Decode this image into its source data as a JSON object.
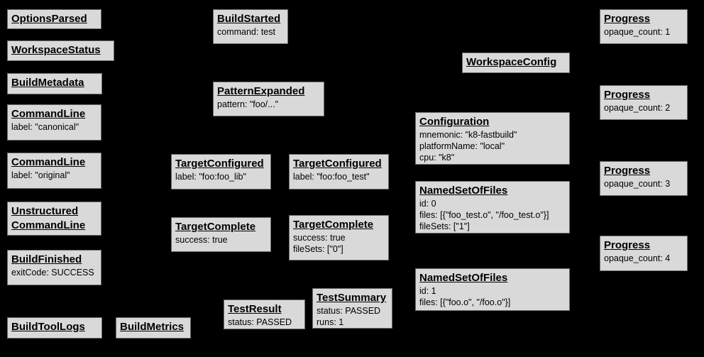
{
  "diagram": {
    "description": "Build event protocol graph of gray event nodes on a black background",
    "colors": {
      "background": "#000000",
      "node_fill": "#d9d9d9",
      "node_border": "#6b6b6b",
      "node_text": "#000000"
    },
    "nodes": {
      "options_parsed": {
        "title": "OptionsParsed"
      },
      "workspace_status": {
        "title": "WorkspaceStatus"
      },
      "build_metadata": {
        "title": "BuildMetadata"
      },
      "command_line_canonical": {
        "title": "CommandLine",
        "lines": [
          "label: \"canonical\""
        ]
      },
      "command_line_original": {
        "title": "CommandLine",
        "lines": [
          "label: \"original\""
        ]
      },
      "unstructured_command_line": {
        "title": "Unstructured",
        "title2": "CommandLine"
      },
      "build_finished": {
        "title": "BuildFinished",
        "lines": [
          "exitCode: SUCCESS"
        ]
      },
      "build_tool_logs": {
        "title": "BuildToolLogs"
      },
      "build_metrics": {
        "title": "BuildMetrics"
      },
      "build_started": {
        "title": "BuildStarted",
        "lines": [
          "command: test"
        ]
      },
      "pattern_expanded": {
        "title": "PatternExpanded",
        "lines": [
          "pattern: \"foo/...\""
        ]
      },
      "target_configured_lib": {
        "title": "TargetConfigured",
        "lines": [
          "label: \"foo:foo_lib\""
        ]
      },
      "target_configured_test": {
        "title": "TargetConfigured",
        "lines": [
          "label: \"foo:foo_test\""
        ]
      },
      "target_complete_lib": {
        "title": "TargetComplete",
        "lines": [
          "success: true"
        ]
      },
      "target_complete_test": {
        "title": "TargetComplete",
        "lines": [
          "success: true",
          "fileSets: [\"0\"]"
        ]
      },
      "test_result": {
        "title": "TestResult",
        "lines": [
          "status: PASSED"
        ]
      },
      "test_summary": {
        "title": "TestSummary",
        "lines": [
          "status: PASSED",
          "runs: 1"
        ]
      },
      "workspace_config": {
        "title": "WorkspaceConfig"
      },
      "configuration": {
        "title": "Configuration",
        "lines": [
          "mnemonic: \"k8-fastbuild\"",
          "platformName: \"local\"",
          "cpu: \"k8\""
        ]
      },
      "named_set_of_files_0": {
        "title": "NamedSetOfFiles",
        "lines": [
          "id: 0",
          "files: [{\"foo_test.o\", \"/foo_test.o\"}]",
          "fileSets: [\"1\"]"
        ]
      },
      "named_set_of_files_1": {
        "title": "NamedSetOfFiles",
        "lines": [
          "id: 1",
          "files: [{\"foo.o\", \"/foo.o\"}]"
        ]
      },
      "progress_1": {
        "title": "Progress",
        "lines": [
          "opaque_count: 1"
        ]
      },
      "progress_2": {
        "title": "Progress",
        "lines": [
          "opaque_count: 2"
        ]
      },
      "progress_3": {
        "title": "Progress",
        "lines": [
          "opaque_count: 3"
        ]
      },
      "progress_4": {
        "title": "Progress",
        "lines": [
          "opaque_count: 4"
        ]
      }
    }
  }
}
